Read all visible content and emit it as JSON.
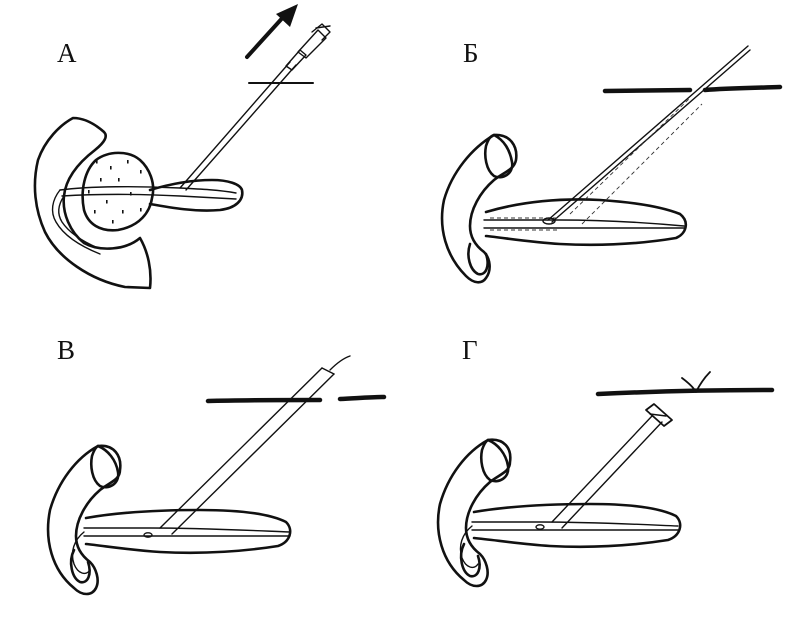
{
  "panels": [
    {
      "id": "a",
      "label": "А"
    },
    {
      "id": "b",
      "label": "Б"
    },
    {
      "id": "v",
      "label": "В"
    },
    {
      "id": "g",
      "label": "Г"
    }
  ],
  "colors": {
    "ink": "#111111",
    "background": "#ffffff"
  }
}
